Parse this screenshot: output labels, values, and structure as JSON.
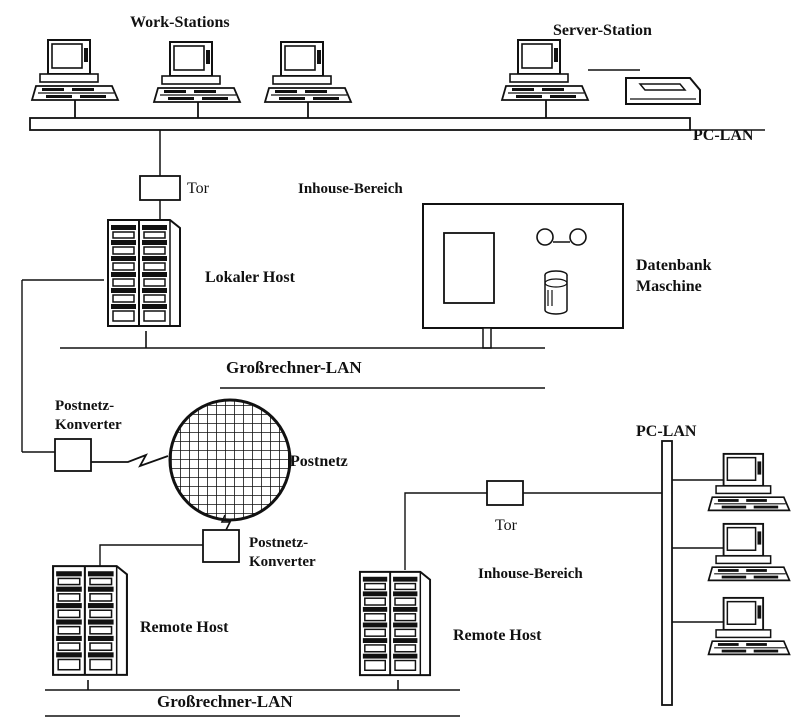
{
  "labels": {
    "work_stations": "Work-Stations",
    "server_station": "Server-Station",
    "pc_lan_top": "PC-LAN",
    "tor_top": "Tor",
    "inhouse_top": "Inhouse-Bereich",
    "lokaler_host": "Lokaler Host",
    "datenbank_line1": "Datenbank",
    "datenbank_line2": "Maschine",
    "grossrechner_lan_top": "Großrechner-LAN",
    "postnetz_konverter_top_line1": "Postnetz-",
    "postnetz_konverter_top_line2": "Konverter",
    "postnetz": "Postnetz",
    "pc_lan_right": "PC-LAN",
    "tor_bottom": "Tor",
    "postnetz_konverter_bottom_line1": "Postnetz-",
    "postnetz_konverter_bottom_line2": "Konverter",
    "inhouse_bottom": "Inhouse-Bereich",
    "remote_host_left": "Remote Host",
    "remote_host_right": "Remote Host",
    "grossrechner_lan_bottom": "Großrechner-LAN"
  },
  "colors": {
    "ink": "#111111",
    "paper": "#ffffff"
  }
}
